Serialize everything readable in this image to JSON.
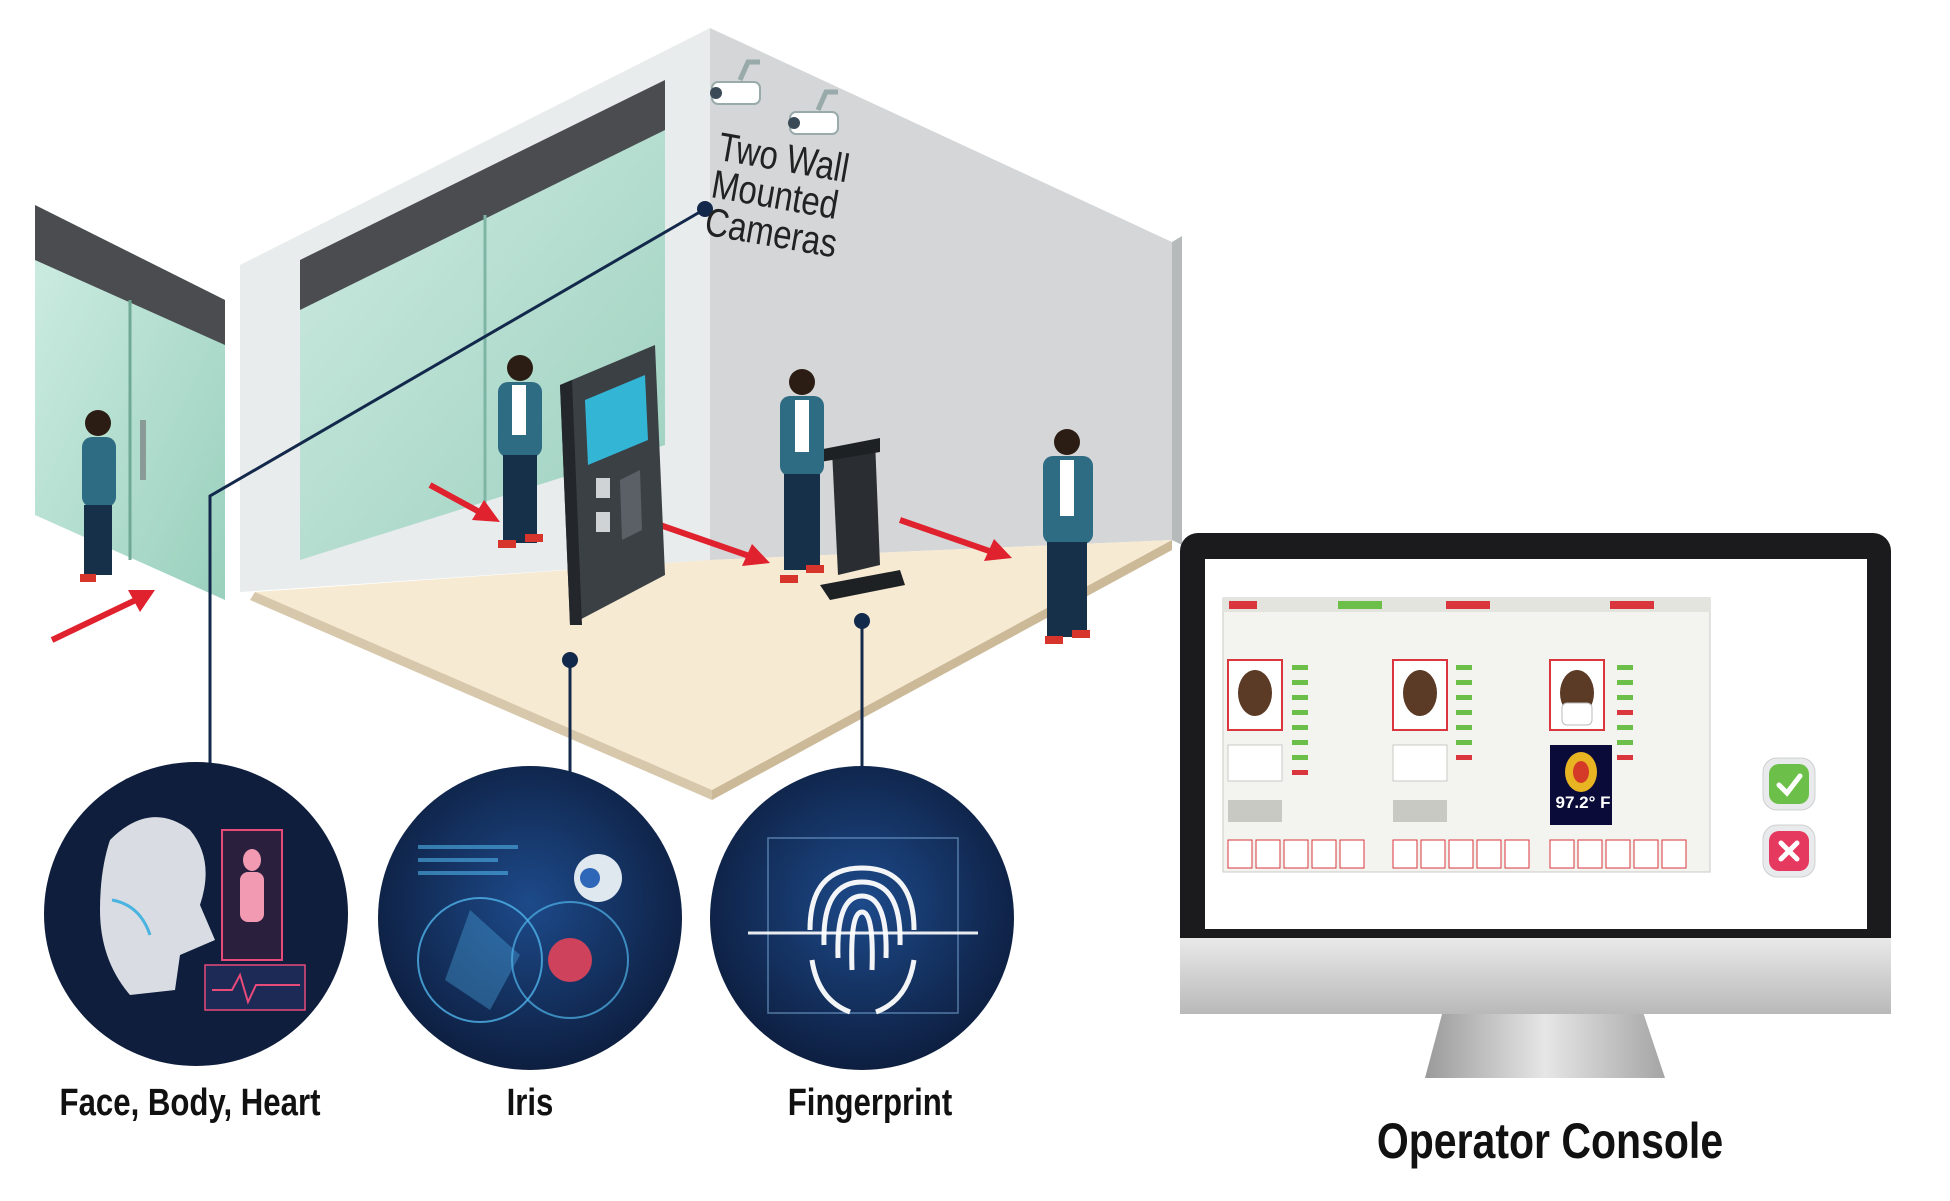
{
  "labels": {
    "cameras_line1": "Two Wall",
    "cameras_line2": "Mounted",
    "cameras_line3": "Cameras",
    "face_body_heart": "Face, Body, Heart",
    "iris": "Iris",
    "fingerprint": "Fingerprint",
    "operator_console": "Operator Console"
  },
  "console": {
    "temperature": "97.2° F"
  },
  "colors": {
    "accent_navy": "#13294b",
    "arrow_red": "#e0212e",
    "glass_green": "#a8d8c8",
    "approve_green": "#6cc04a",
    "reject_pink": "#e5395f"
  }
}
